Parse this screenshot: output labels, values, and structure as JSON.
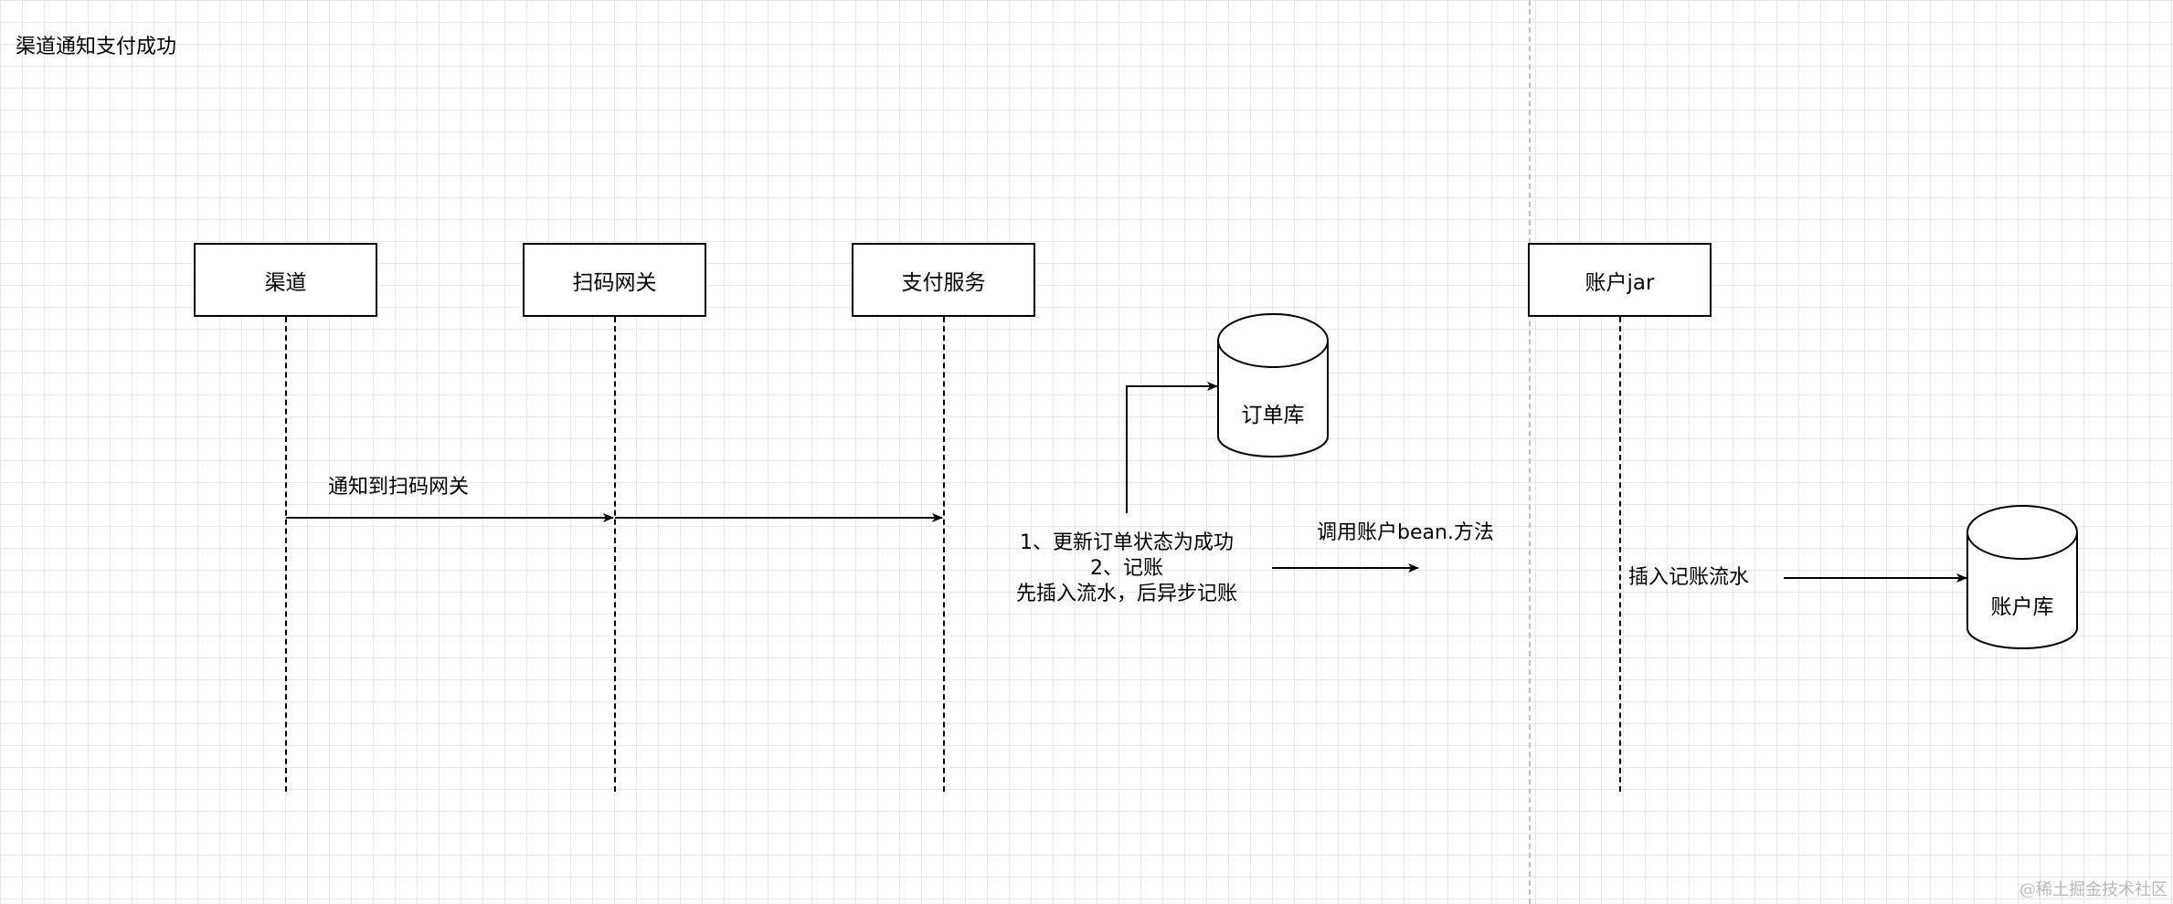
{
  "diagram": {
    "title": "渠道通知支付成功",
    "participants": [
      {
        "id": "channel",
        "label": "渠道"
      },
      {
        "id": "gateway",
        "label": "扫码网关"
      },
      {
        "id": "pay",
        "label": "支付服务"
      },
      {
        "id": "account",
        "label": "账户jar"
      }
    ],
    "databases": {
      "order_db": "订单库",
      "account_db": "账户库"
    },
    "messages": {
      "notify_gateway": "通知到扫码网关",
      "pay_note": [
        "1、更新订单状态为成功",
        "2、记账",
        "先插入流水，后异步记账"
      ],
      "call_account": "调用账户bean.方法",
      "insert_flow": "插入记账流水"
    },
    "watermark": "@稀土掘金技术社区"
  },
  "colors": {
    "line": "#000000",
    "grid": "#e6e6e6",
    "grid_major": "#d0d0d0",
    "page_break": "#c0c0c0"
  }
}
